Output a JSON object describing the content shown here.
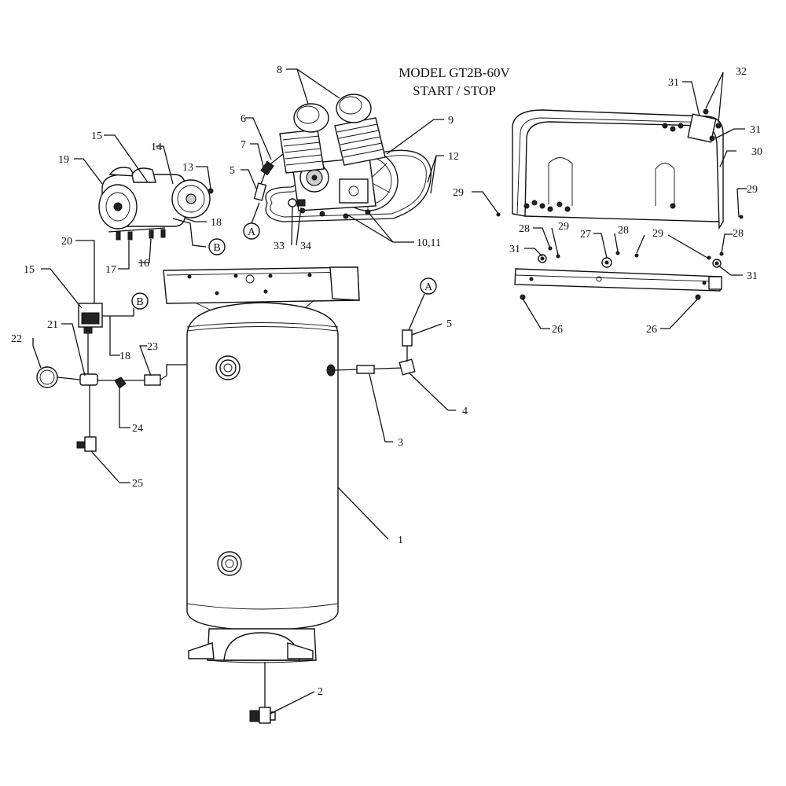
{
  "title": {
    "line1": "MODEL GT2B-60V",
    "line2": "START /  STOP"
  },
  "callouts": {
    "c1": "1",
    "c2": "2",
    "c3": "3",
    "c4": "4",
    "c5_pump": "5",
    "c5_tank": "5",
    "c6": "6",
    "c7": "7",
    "c8": "8",
    "c9": "9",
    "c10_11": "10,11",
    "c12": "12",
    "c13": "13",
    "c14": "14",
    "c15_motor": "15",
    "c15_switch": "15",
    "c16": "16",
    "c17": "17",
    "c18_motor": "18",
    "c18_switch": "18",
    "c19": "19",
    "c20": "20",
    "c21": "21",
    "c22": "22",
    "c23": "23",
    "c24": "24",
    "c25": "25",
    "c26_left": "26",
    "c26_right": "26",
    "c27": "27",
    "c28_a": "28",
    "c28_b": "28",
    "c28_c": "28",
    "c29_a": "29",
    "c29_b": "29",
    "c29_c": "29",
    "c29_d": "29",
    "c30": "30",
    "c31_a": "31",
    "c31_b": "31",
    "c31_c": "31",
    "c31_d": "31",
    "c32": "32",
    "c33": "33",
    "c34": "34"
  },
  "connectors": {
    "a_pump": "A",
    "a_tank": "A",
    "b_motor": "B",
    "b_switch": "B"
  }
}
